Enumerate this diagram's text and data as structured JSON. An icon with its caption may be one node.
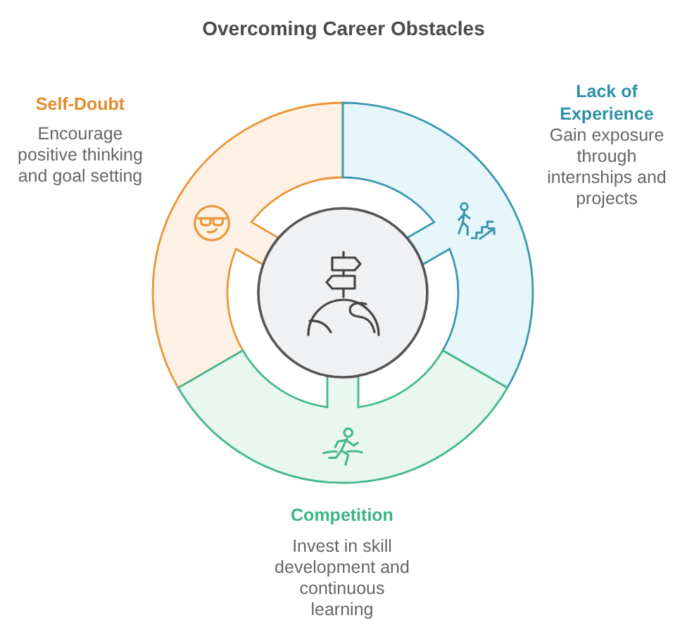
{
  "diagram": {
    "title": "Overcoming Career Obstacles",
    "nodes": [
      {
        "text": [
          "Self-Doubt",
          "Encourage positive thinking and goal setting"
        ]
      },
      {
        "text": [
          "Lack of Experience",
          "Gain exposure through internships and projects"
        ]
      },
      {
        "text": [
          "Competition",
          "Invest in skill development and continuous learning"
        ]
      },
      {
        "text": [],
        "shape": "circle"
      }
    ]
  }
}
